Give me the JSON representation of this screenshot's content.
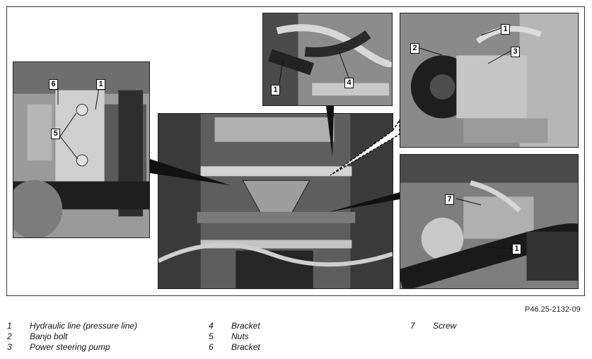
{
  "figure": {
    "reference_code": "P46.25-2132-09",
    "callouts": {
      "top_small": [
        "1",
        "4"
      ],
      "left_panel": [
        "6",
        "1",
        "5"
      ],
      "top_right": [
        "1",
        "2",
        "3"
      ],
      "bottom_right": [
        "7",
        "1"
      ]
    }
  },
  "legend": {
    "col1": [
      {
        "num": "1",
        "text": "Hydraulic line (pressure line)"
      },
      {
        "num": "2",
        "text": "Banjo bolt"
      },
      {
        "num": "3",
        "text": "Power steering pump"
      }
    ],
    "col2": [
      {
        "num": "4",
        "text": "Bracket"
      },
      {
        "num": "5",
        "text": "Nuts"
      },
      {
        "num": "6",
        "text": "Bracket"
      }
    ],
    "col3": [
      {
        "num": "7",
        "text": "Screw"
      }
    ]
  },
  "colors": {
    "photo_dark": "#3a3a3a",
    "photo_mid": "#8a8a8a",
    "photo_light": "#c8c8c8"
  }
}
